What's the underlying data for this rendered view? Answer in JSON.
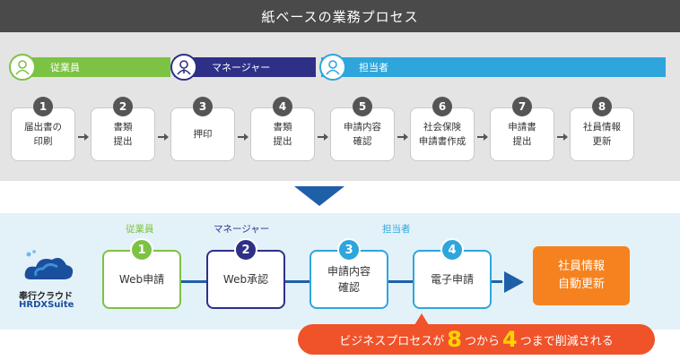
{
  "header": {
    "title": "紙ベースの業務プロセス"
  },
  "top_roles": {
    "employee": {
      "label": "従業員",
      "color": "#7cc243"
    },
    "manager": {
      "label": "マネージャー",
      "color": "#2e3088"
    },
    "staff": {
      "label": "担当者",
      "color": "#2ea6dc"
    }
  },
  "top_steps": [
    {
      "num": "1",
      "label": "届出書の\n印刷"
    },
    {
      "num": "2",
      "label": "書類\n提出"
    },
    {
      "num": "3",
      "label": "押印"
    },
    {
      "num": "4",
      "label": "書類\n提出"
    },
    {
      "num": "5",
      "label": "申請内容\n確認"
    },
    {
      "num": "6",
      "label": "社会保険\n申請書作成"
    },
    {
      "num": "7",
      "label": "申請書\n提出"
    },
    {
      "num": "8",
      "label": "社員情報\n更新"
    }
  ],
  "bottom_roles": {
    "employee": "従業員",
    "manager": "マネージャー",
    "staff": "担当者"
  },
  "bottom_steps": [
    {
      "num": "1",
      "label": "Web申請",
      "color": "#7cc243"
    },
    {
      "num": "2",
      "label": "Web承認",
      "color": "#2e3088"
    },
    {
      "num": "3",
      "label": "申請内容\n確認",
      "color": "#2ea6dc"
    },
    {
      "num": "4",
      "label": "電子申請",
      "color": "#2ea6dc"
    }
  ],
  "result": {
    "label": "社員情報\n自動更新",
    "color": "#f5821f"
  },
  "logo": {
    "line1": "奉行クラウド",
    "line2": "HRDXSuite"
  },
  "callout": {
    "prefix": "ビジネスプロセスが",
    "from_num": "8",
    "middle": "つから",
    "to_num": "4",
    "suffix": "つまで削減される"
  }
}
